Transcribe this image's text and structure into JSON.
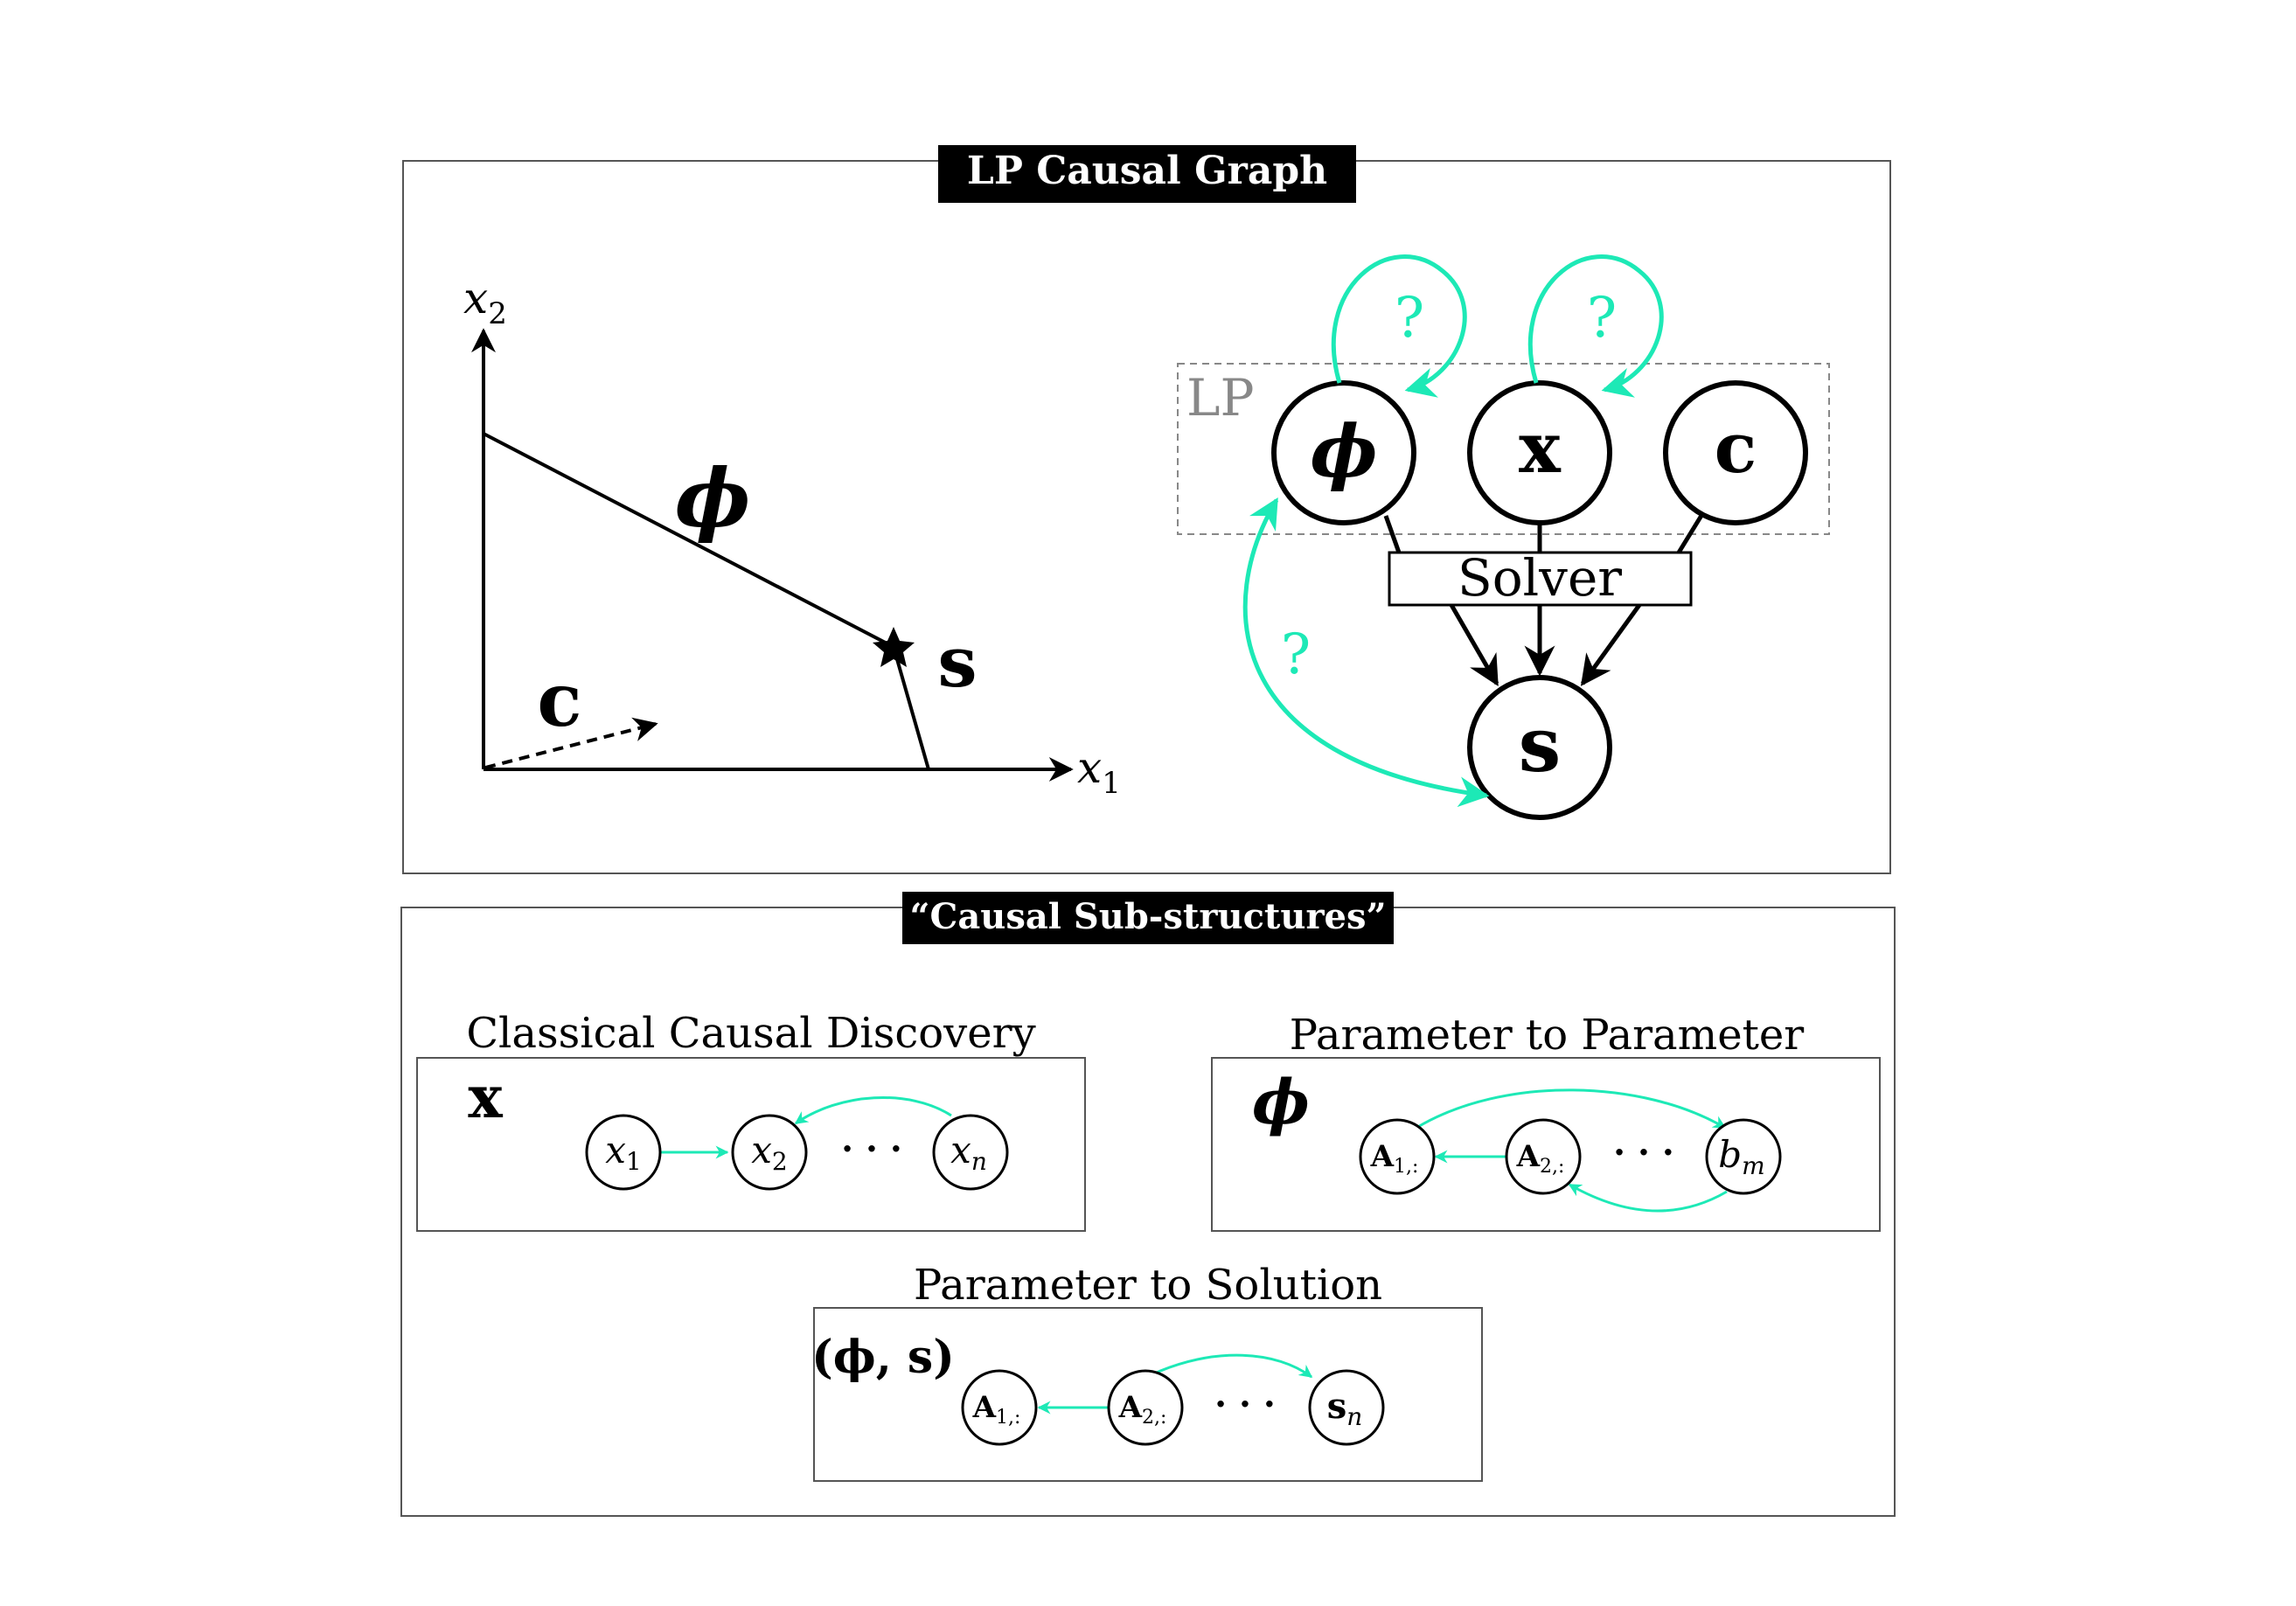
{
  "colors": {
    "accent": "#1de9b6",
    "ink": "#000000",
    "frame": "#555555",
    "label_gray": "#888888"
  },
  "top_panel": {
    "title": "LP Causal Graph",
    "plot": {
      "x_axis_label": "x",
      "x_axis_sub": "1",
      "y_axis_label": "x",
      "y_axis_sub": "2",
      "constraint_label": "ϕ",
      "cost_label": "c",
      "solution_label": "s"
    },
    "graph": {
      "region_label": "LP",
      "node_phi": "ϕ",
      "node_x": "x",
      "node_c": "c",
      "node_s": "s",
      "solver_label": "Solver",
      "unknown_mark": "?"
    }
  },
  "bottom_panel": {
    "title": "“Causal Sub-structures”",
    "classical": {
      "heading": "Classical Causal Discovery",
      "symbol": "x",
      "nodes": [
        {
          "base": "x",
          "sub": "1"
        },
        {
          "base": "x",
          "sub": "2"
        },
        {
          "base": "x",
          "sub": "n"
        }
      ],
      "ellipsis": "· · ·"
    },
    "param_param": {
      "heading": "Parameter to Parameter",
      "symbol": "ϕ",
      "nodes": [
        {
          "base": "A",
          "sub": "1,:"
        },
        {
          "base": "A",
          "sub": "2,:"
        },
        {
          "base": "b",
          "sub": "m"
        }
      ],
      "ellipsis": "· · ·"
    },
    "param_solution": {
      "heading": "Parameter to Solution",
      "symbol": "(ϕ, s)",
      "nodes": [
        {
          "base": "A",
          "sub": "1,:"
        },
        {
          "base": "A",
          "sub": "2,:"
        },
        {
          "base": "s",
          "sub": "n"
        }
      ],
      "ellipsis": "· · ·"
    }
  }
}
